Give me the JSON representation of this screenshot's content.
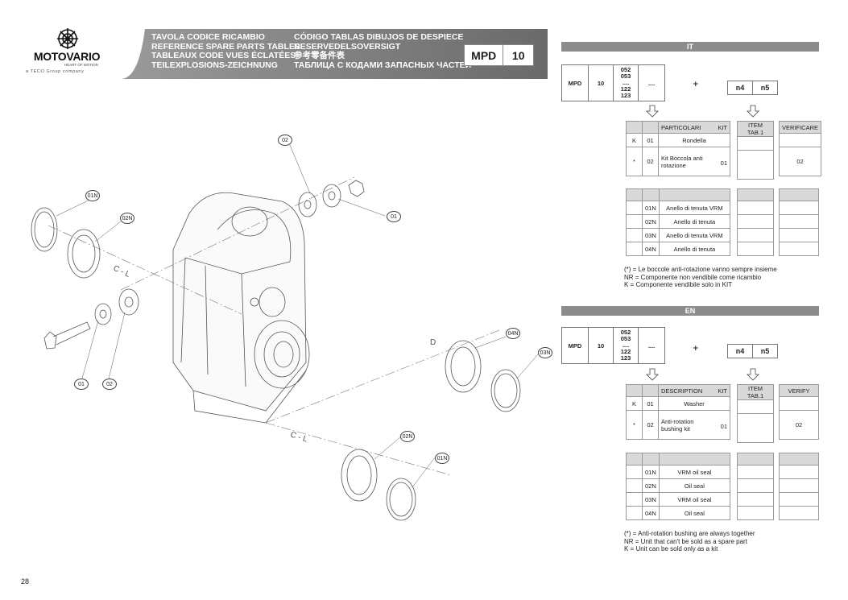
{
  "logo": {
    "name": "MOTOVARIO",
    "tagline": "HEART OF MOTION",
    "group": "a TECO Group company"
  },
  "header": {
    "titles_left": [
      "TAVOLA CODICE RICAMBIO",
      "REFERENCE SPARE PARTS TABLES",
      "TABLEAUX CODE VUES ÉCLATÉES",
      "TEILEXPLOSIONS-ZEICHNUNG"
    ],
    "titles_right": [
      "CÓDIGO TABLAS DIBUJOS DE DESPIECE",
      "RESERVEDELSOVERSIGT",
      "参考零备件表",
      "ТАБЛИЦА С КОДАМИ ЗАПАСНЫХ ЧАСТЕЙ"
    ],
    "model": "MPD",
    "size": "10"
  },
  "sections": [
    {
      "lang": "IT",
      "code": {
        "model": "MPD",
        "size": "10",
        "variants": [
          "052",
          "053",
          "....",
          "122",
          "123"
        ],
        "dots": "....",
        "plus": "+",
        "n4": "n4",
        "n5": "n5"
      },
      "kit_header": {
        "particulars": "PARTICOLARI",
        "kit": "KIT",
        "item": "ITEM TAB.1",
        "verify": "VERIFICARE"
      },
      "kit_rows": [
        {
          "mark": "K",
          "num": "01",
          "desc": "Rondella",
          "kit": "",
          "verify": ""
        },
        {
          "mark": "*",
          "num": "02",
          "desc": "Kit Boccola anti rotazione",
          "kit": "01",
          "verify": "02"
        }
      ],
      "seal_rows": [
        {
          "num": "01N",
          "desc": "Anello di tenuta VRM"
        },
        {
          "num": "02N",
          "desc": "Anello di tenuta"
        },
        {
          "num": "03N",
          "desc": "Anello di tenuta VRM"
        },
        {
          "num": "04N",
          "desc": "Anello di tenuta"
        }
      ],
      "notes": [
        "(*) = Le boccole anti-rotazione vanno sempre insieme",
        "NR = Componente non vendibile come ricambio",
        "K = Componente vendibile solo in KIT"
      ]
    },
    {
      "lang": "EN",
      "code": {
        "model": "MPD",
        "size": "10",
        "variants": [
          "052",
          "053",
          "....",
          "122",
          "123"
        ],
        "dots": "....",
        "plus": "+",
        "n4": "n4",
        "n5": "n5"
      },
      "kit_header": {
        "particulars": "DESCRIPTION",
        "kit": "KIT",
        "item": "ITEM TAB.1",
        "verify": "VERIFY"
      },
      "kit_rows": [
        {
          "mark": "K",
          "num": "01",
          "desc": "Washer",
          "kit": "",
          "verify": ""
        },
        {
          "mark": "*",
          "num": "02",
          "desc": "Anti-rotation bushing kit",
          "kit": "01",
          "verify": "02"
        }
      ],
      "seal_rows": [
        {
          "num": "01N",
          "desc": "VRM oil seal"
        },
        {
          "num": "02N",
          "desc": "Oil seal"
        },
        {
          "num": "03N",
          "desc": "VRM oil seal"
        },
        {
          "num": "04N",
          "desc": "Oil seal"
        }
      ],
      "notes": [
        "(*) = Anti-rotation bushing are always together",
        "NR = Unit that can't be sold as a spare part",
        "K = Unit can be sold only as a kit"
      ]
    }
  ],
  "drawing": {
    "callouts": [
      "02",
      "01N",
      "02N",
      "01",
      "01",
      "02",
      "04N",
      "03N",
      "02N",
      "01N"
    ],
    "labels": [
      "C - L",
      "D",
      "C - L"
    ]
  },
  "page_number": "28"
}
